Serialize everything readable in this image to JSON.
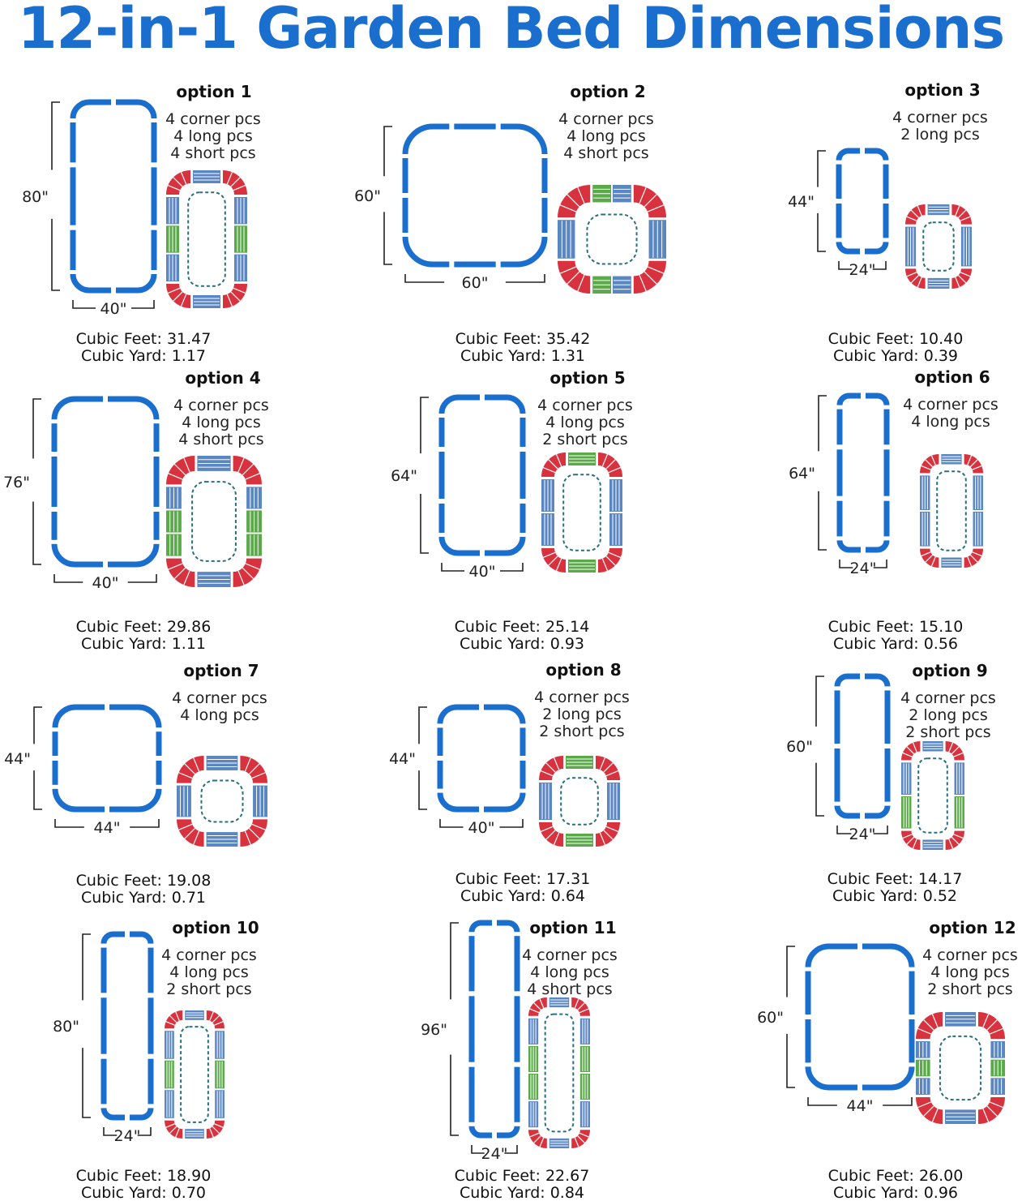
{
  "title": "12-in-1 Garden Bed Dimensions",
  "colors": {
    "title": "#1a6fce",
    "outline": "#1a6fce",
    "corner": "#d9323f",
    "long": "#5a86c2",
    "short": "#5aaa4a",
    "dotted": "#2a6f80"
  },
  "options": [
    {
      "label": "option 1",
      "pieces": [
        "4 corner pcs",
        "4 long pcs",
        "4 short pcs"
      ],
      "height": "80\"",
      "width": "40\"",
      "cubic_feet": "Cubic Feet: 31.47",
      "cubic_yard": "Cubic Yard: 1.17",
      "long_per_side": 2,
      "short_per_side": 1,
      "short_on": "long-side"
    },
    {
      "label": "option 2",
      "pieces": [
        "4 corner pcs",
        "4 long pcs",
        "4 short pcs"
      ],
      "height": "60\"",
      "width": "60\"",
      "cubic_feet": "Cubic Feet: 35.42",
      "cubic_yard": "Cubic Yard: 1.31",
      "long_per_side": 1,
      "short_per_side": 1,
      "short_on": "all"
    },
    {
      "label": "option 3",
      "pieces": [
        "4 corner pcs",
        "2 long pcs"
      ],
      "height": "44\"",
      "width": "24\"",
      "cubic_feet": "Cubic Feet: 10.40",
      "cubic_yard": "Cubic Yard: 0.39",
      "long_per_side": 1,
      "short_per_side": 0,
      "short_on": "none"
    },
    {
      "label": "option 4",
      "pieces": [
        "4 corner pcs",
        "4 long pcs",
        "4 short pcs"
      ],
      "height": "76\"",
      "width": "40\"",
      "cubic_feet": "Cubic Feet: 29.86",
      "cubic_yard": "Cubic Yard: 1.11",
      "long_per_side": 1,
      "short_per_side": 2,
      "short_on": "long-side"
    },
    {
      "label": "option 5",
      "pieces": [
        "4 corner pcs",
        "4 long pcs",
        "2 short pcs"
      ],
      "height": "64\"",
      "width": "40\"",
      "cubic_feet": "Cubic Feet: 25.14",
      "cubic_yard": "Cubic Yard: 0.93",
      "long_per_side": 2,
      "short_per_side": 0,
      "short_on": "ends"
    },
    {
      "label": "option 6",
      "pieces": [
        "4 corner pcs",
        "4 long pcs"
      ],
      "height": "64\"",
      "width": "24\"",
      "cubic_feet": "Cubic Feet: 15.10",
      "cubic_yard": "Cubic Yard: 0.56",
      "long_per_side": 2,
      "short_per_side": 0,
      "short_on": "none"
    },
    {
      "label": "option 7",
      "pieces": [
        "4 corner pcs",
        "4 long pcs"
      ],
      "height": "44\"",
      "width": "44\"",
      "cubic_feet": "Cubic Feet: 19.08",
      "cubic_yard": "Cubic Yard: 0.71",
      "long_per_side": 1,
      "short_per_side": 0,
      "short_on": "none"
    },
    {
      "label": "option 8",
      "pieces": [
        "4 corner pcs",
        "2 long pcs",
        "2 short pcs"
      ],
      "height": "44\"",
      "width": "40\"",
      "cubic_feet": "Cubic Feet: 17.31",
      "cubic_yard": "Cubic Yard: 0.64",
      "long_per_side": 1,
      "short_per_side": 0,
      "short_on": "ends"
    },
    {
      "label": "option 9",
      "pieces": [
        "4 corner pcs",
        "2 long pcs",
        "2 short pcs"
      ],
      "height": "60\"",
      "width": "24\"",
      "cubic_feet": "Cubic Feet: 14.17",
      "cubic_yard": "Cubic Yard: 0.52",
      "long_per_side": 1,
      "short_per_side": 1,
      "short_on": "long-side"
    },
    {
      "label": "option 10",
      "pieces": [
        "4 corner pcs",
        "4 long pcs",
        "2 short pcs"
      ],
      "height": "80\"",
      "width": "24\"",
      "cubic_feet": "Cubic Feet: 18.90",
      "cubic_yard": "Cubic Yard: 0.70",
      "long_per_side": 2,
      "short_per_side": 1,
      "short_on": "long-side"
    },
    {
      "label": "option 11",
      "pieces": [
        "4 corner pcs",
        "4 long pcs",
        "4 short pcs"
      ],
      "height": "96\"",
      "width": "24\"",
      "cubic_feet": "Cubic Feet: 22.67",
      "cubic_yard": "Cubic Yard: 0.84",
      "long_per_side": 2,
      "short_per_side": 2,
      "short_on": "long-side"
    },
    {
      "label": "option 12",
      "pieces": [
        "4 corner pcs",
        "4 long pcs",
        "2 short pcs"
      ],
      "height": "60\"",
      "width": "44\"",
      "cubic_feet": "Cubic Feet: 26.00",
      "cubic_yard": "Cubic Yard: 0.96",
      "long_per_side": 2,
      "short_per_side": 1,
      "short_on": "long-side"
    }
  ]
}
